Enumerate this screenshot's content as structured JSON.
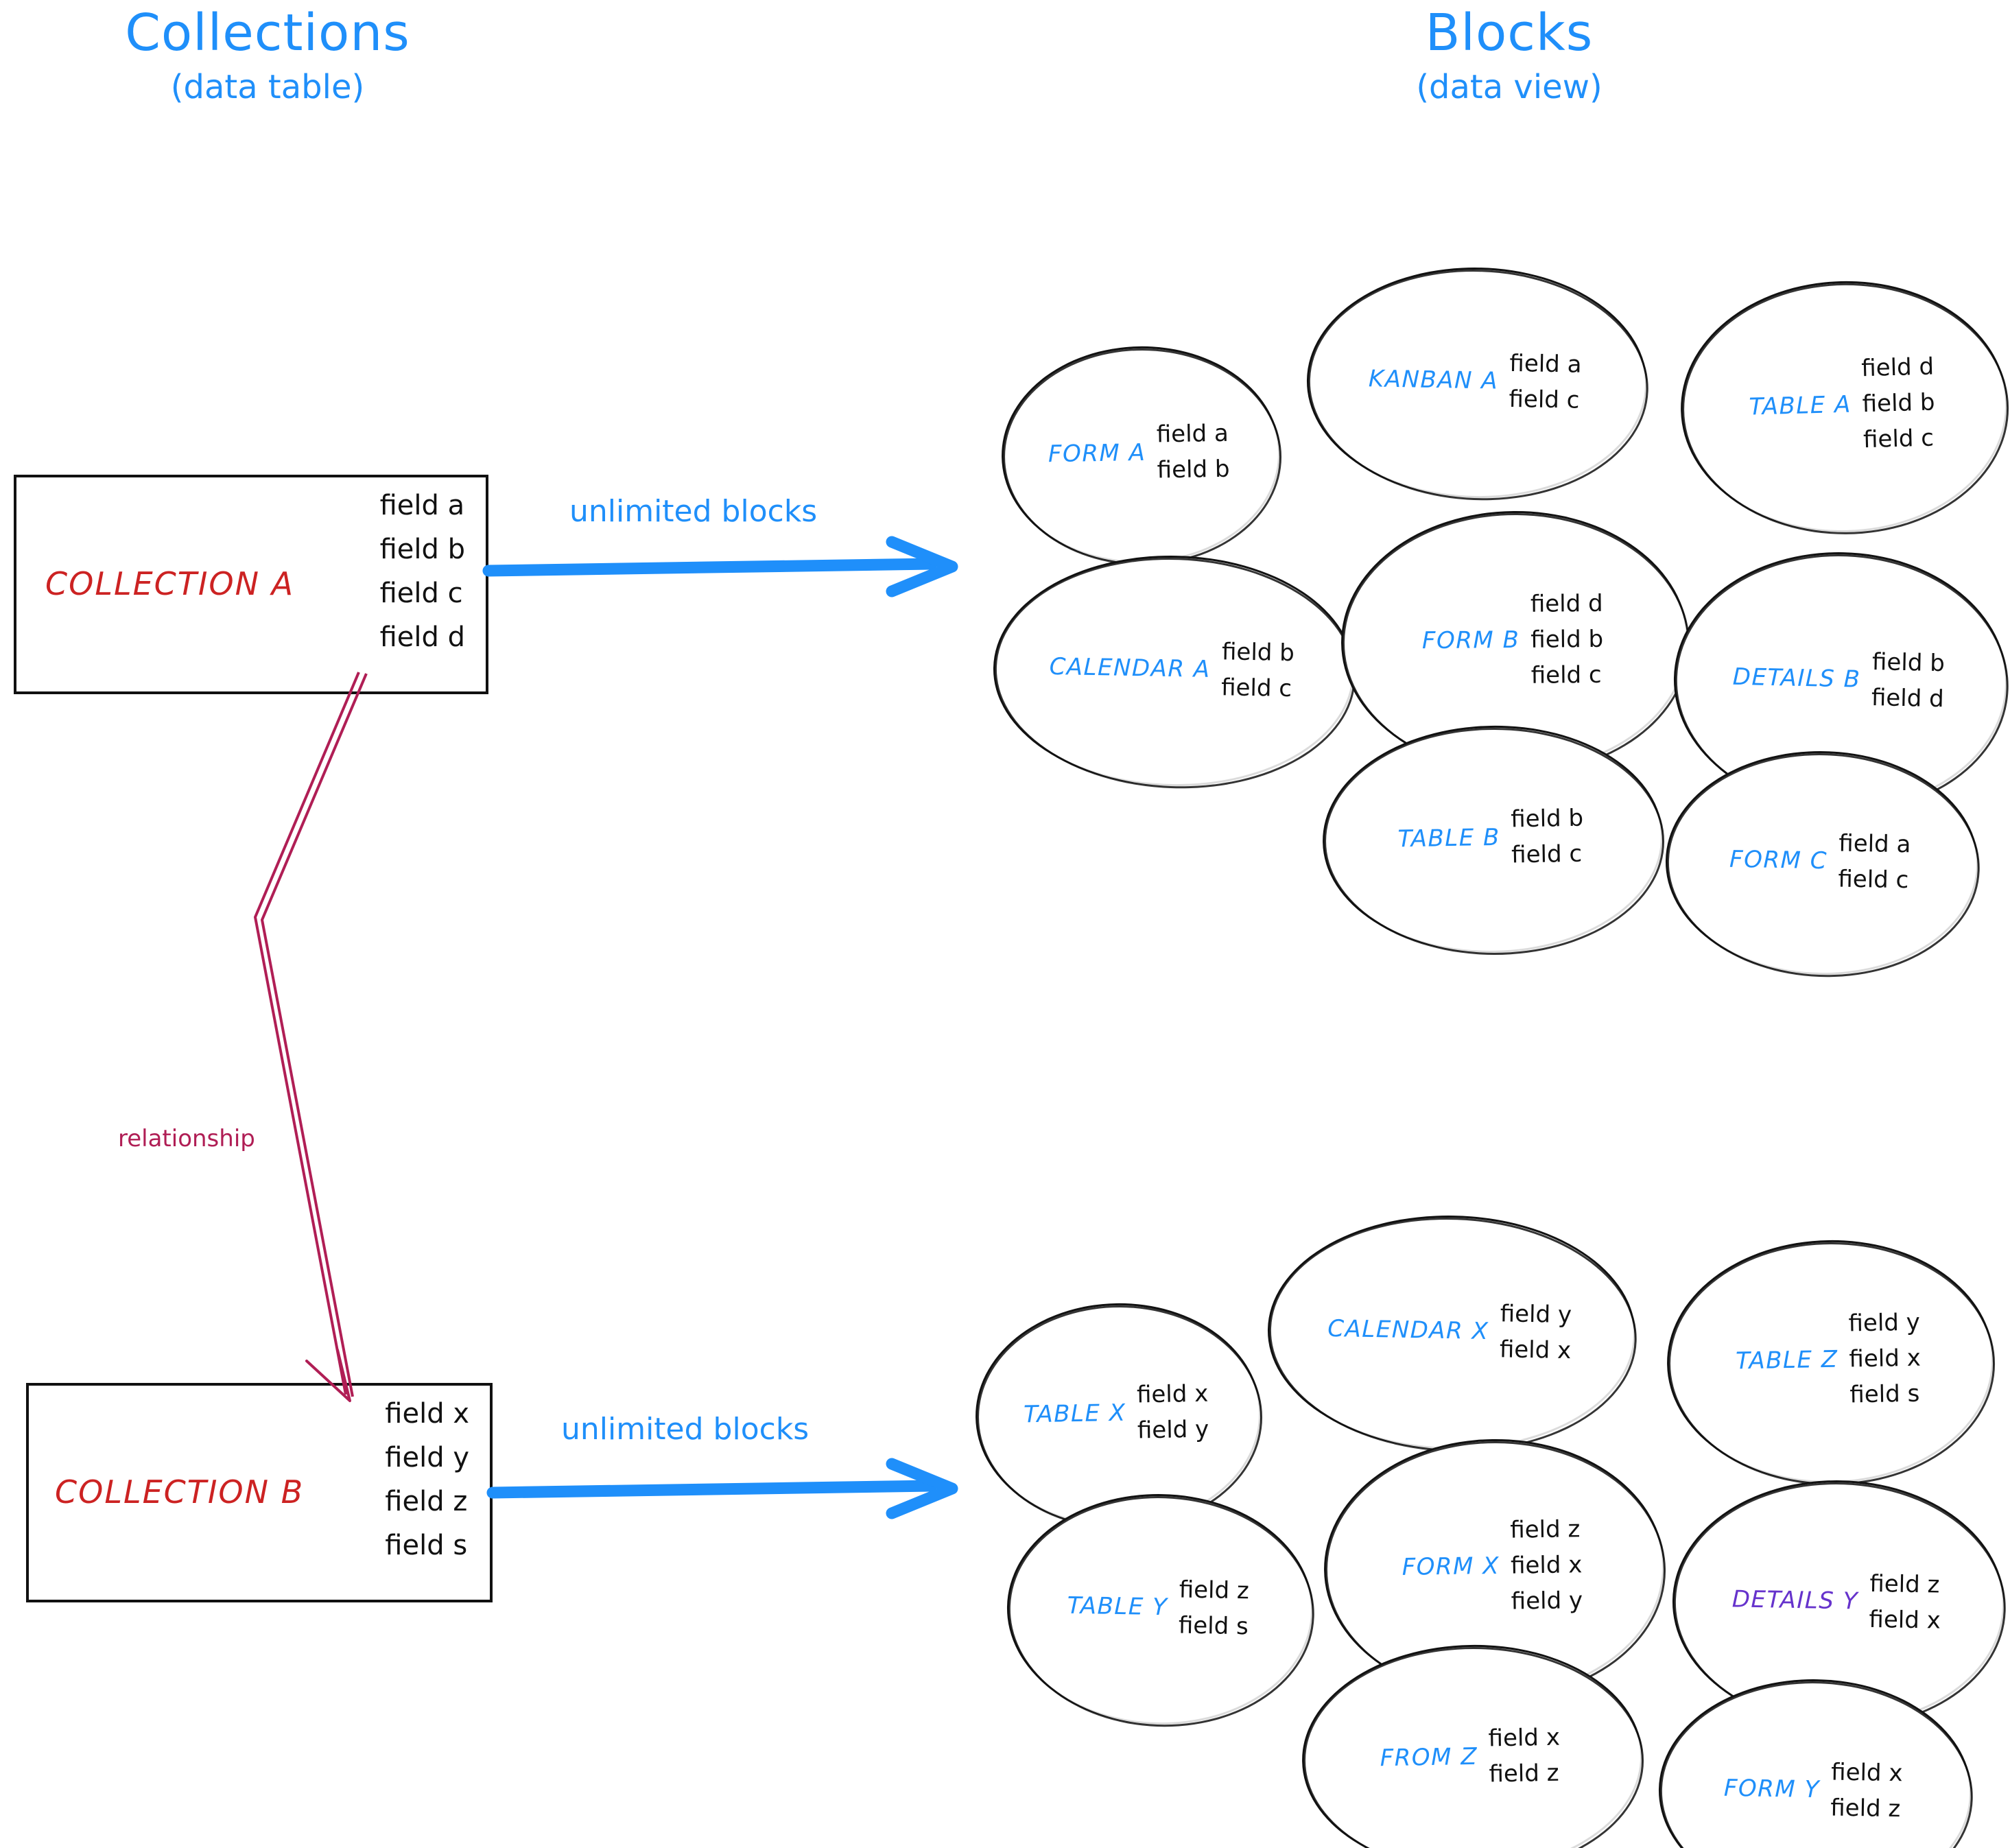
{
  "colors": {
    "accent_blue": "#1f8ffa",
    "collection_red": "#cc2222",
    "relationship_crimson": "#b01e55",
    "details_purple": "#6633cc",
    "stroke_black": "#111111",
    "background": "#ffffff"
  },
  "headings": {
    "left": {
      "main": "Collections",
      "sub": "(data table)"
    },
    "right": {
      "main": "Blocks",
      "sub": "(data view)"
    }
  },
  "collections": [
    {
      "name": "COLLECTION A",
      "fields": [
        "field a",
        "field b",
        "field c",
        "field d"
      ],
      "arrow_label": "unlimited blocks"
    },
    {
      "name": "COLLECTION B",
      "fields": [
        "field x",
        "field y",
        "field z",
        "field s"
      ],
      "arrow_label": "unlimited blocks"
    }
  ],
  "relationship": {
    "label": "relationship"
  },
  "block_groups": [
    {
      "for_collection": "COLLECTION A",
      "blocks": [
        {
          "name": "FORM A",
          "fields": [
            "field a",
            "field b"
          ],
          "color": "#1f8ffa"
        },
        {
          "name": "KANBAN A",
          "fields": [
            "field a",
            "field c"
          ],
          "color": "#1f8ffa"
        },
        {
          "name": "TABLE A",
          "fields": [
            "field d",
            "field b",
            "field c"
          ],
          "color": "#1f8ffa"
        },
        {
          "name": "CALENDAR A",
          "fields": [
            "field b",
            "field c"
          ],
          "color": "#1f8ffa"
        },
        {
          "name": "FORM B",
          "fields": [
            "field d",
            "field b",
            "field c"
          ],
          "color": "#1f8ffa"
        },
        {
          "name": "DETAILS B",
          "fields": [
            "field b",
            "field d"
          ],
          "color": "#1f8ffa"
        },
        {
          "name": "TABLE B",
          "fields": [
            "field b",
            "field c"
          ],
          "color": "#1f8ffa"
        },
        {
          "name": "FORM C",
          "fields": [
            "field a",
            "field c"
          ],
          "color": "#1f8ffa"
        }
      ]
    },
    {
      "for_collection": "COLLECTION B",
      "blocks": [
        {
          "name": "TABLE X",
          "fields": [
            "field x",
            "field y"
          ],
          "color": "#1f8ffa"
        },
        {
          "name": "CALENDAR X",
          "fields": [
            "field y",
            "field x"
          ],
          "color": "#1f8ffa"
        },
        {
          "name": "TABLE Z",
          "fields": [
            "field y",
            "field x",
            "field s"
          ],
          "color": "#1f8ffa"
        },
        {
          "name": "TABLE Y",
          "fields": [
            "field z",
            "field s"
          ],
          "color": "#1f8ffa"
        },
        {
          "name": "FORM X",
          "fields": [
            "field z",
            "field x",
            "field y"
          ],
          "color": "#1f8ffa"
        },
        {
          "name": "DETAILS Y",
          "fields": [
            "field z",
            "field x"
          ],
          "color": "#6633cc"
        },
        {
          "name": "FROM Z",
          "fields": [
            "field x",
            "field z"
          ],
          "color": "#1f8ffa"
        },
        {
          "name": "FORM Y",
          "fields": [
            "field x",
            "field z"
          ],
          "color": "#1f8ffa"
        }
      ]
    }
  ]
}
